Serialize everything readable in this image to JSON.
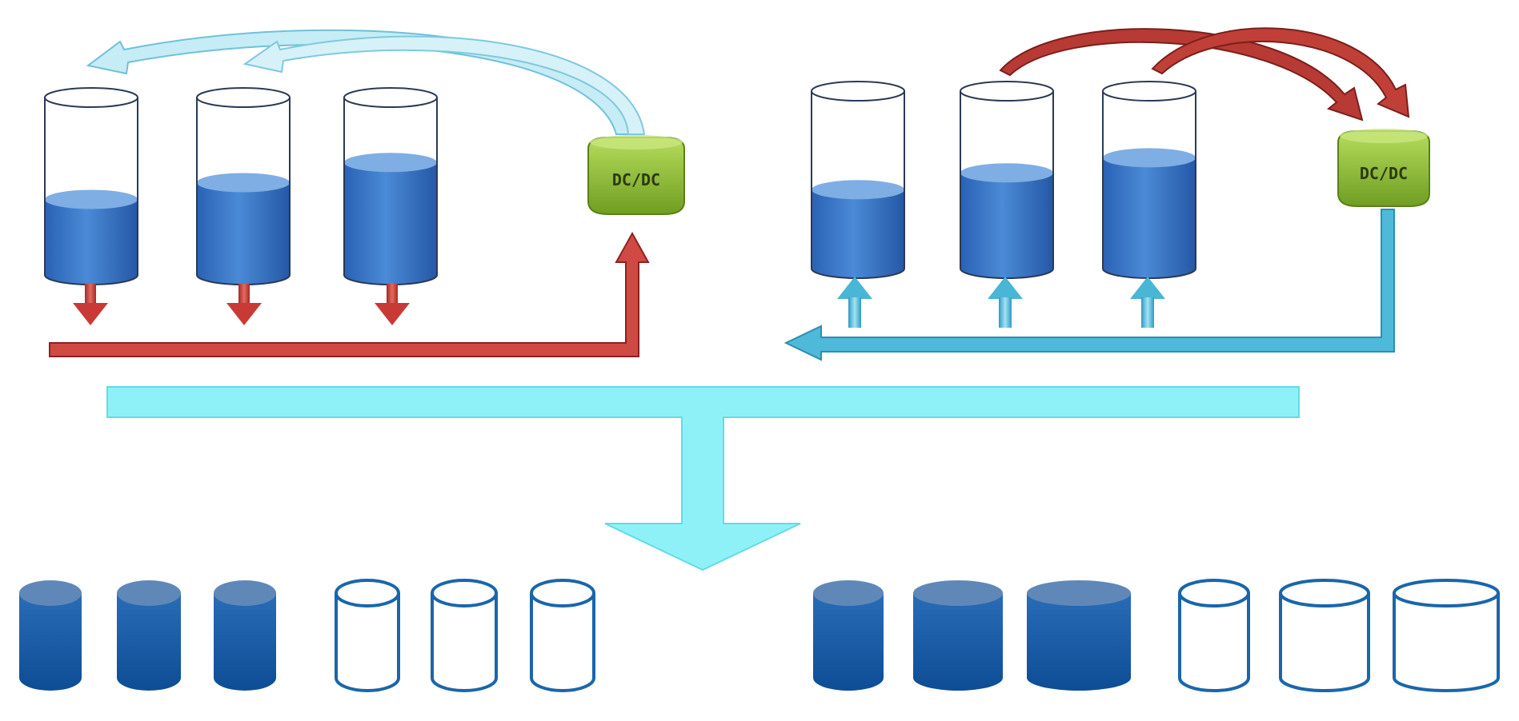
{
  "colors": {
    "water_top": "#7fb0e6",
    "water_body": "#3a78c8",
    "water_dark": "#1f5aa8",
    "glass_stroke": "#2b3a55",
    "red_arrow": "#c23a3a",
    "red_arrow_light": "#e26a62",
    "cyan_arrow": "#49b6d6",
    "cyan_arrow_light": "#9ad9ee",
    "light_curve": "#bfe8f2",
    "bus_fill": "#8ef0f7",
    "dc_green": "#8ab83a",
    "full_cell": "#1a5aa0",
    "empty_cell_stroke": "#1a66aa"
  },
  "left_panel": {
    "converter_label": "DC/DC",
    "tanks": [
      {
        "fill_level": 0.45
      },
      {
        "fill_level": 0.55
      },
      {
        "fill_level": 0.67
      }
    ]
  },
  "right_panel": {
    "converter_label": "DC/DC",
    "tanks": [
      {
        "fill_level": 0.47
      },
      {
        "fill_level": 0.57
      },
      {
        "fill_level": 0.66
      }
    ]
  },
  "bottom_left_cells": [
    {
      "state": "full"
    },
    {
      "state": "full"
    },
    {
      "state": "full"
    },
    {
      "state": "empty"
    },
    {
      "state": "empty"
    },
    {
      "state": "empty"
    }
  ],
  "bottom_right_cells": [
    {
      "state": "full"
    },
    {
      "state": "full"
    },
    {
      "state": "full"
    },
    {
      "state": "empty"
    },
    {
      "state": "empty"
    },
    {
      "state": "empty"
    }
  ]
}
